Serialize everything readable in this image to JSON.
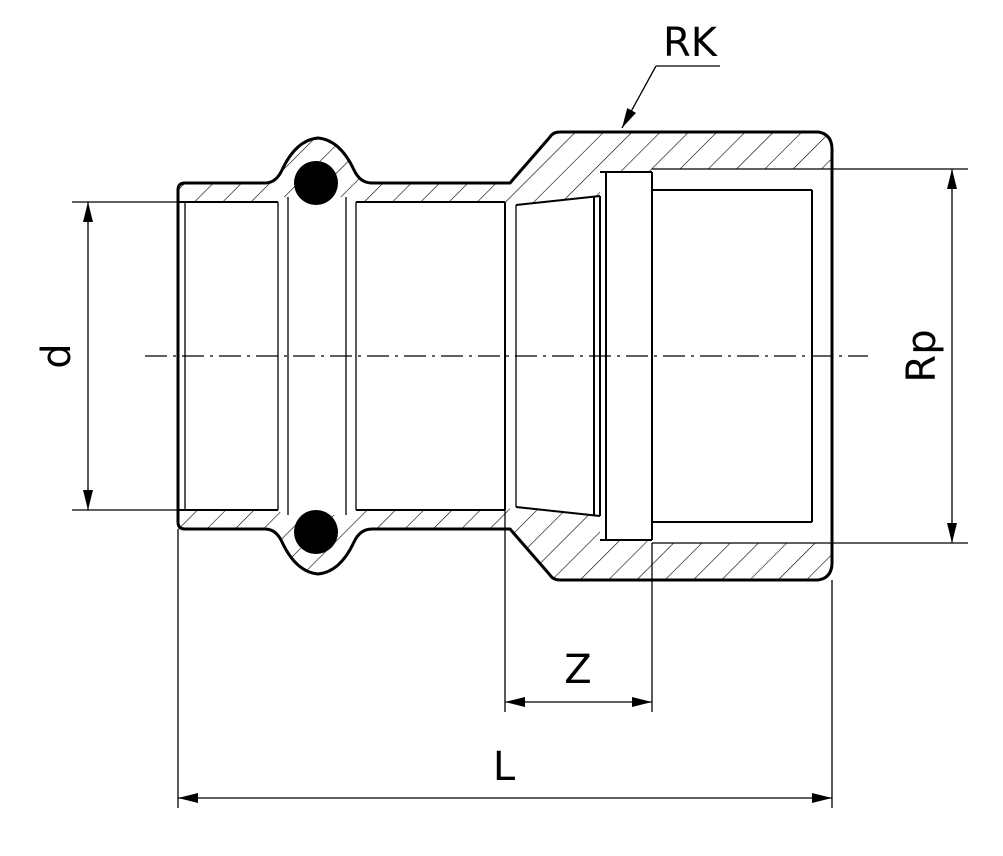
{
  "labels": {
    "d": "d",
    "rp": "Rp",
    "rk": "RK",
    "z": "Z",
    "l": "L"
  },
  "colors": {
    "stroke": "#000000",
    "background": "#ffffff"
  }
}
